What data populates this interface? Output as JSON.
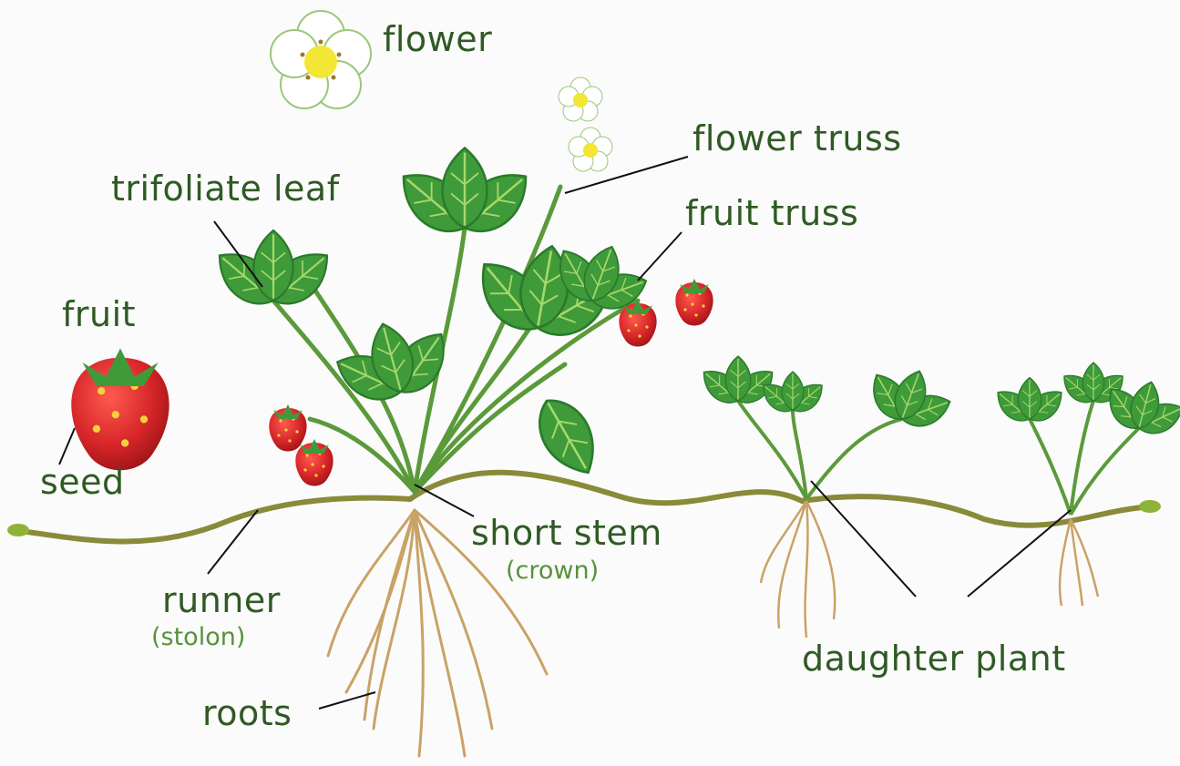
{
  "labels": {
    "flower": "flower",
    "flower_truss": "flower truss",
    "trifoliate_leaf": "trifoliate leaf",
    "fruit_truss": "fruit truss",
    "fruit": "fruit",
    "seed": "seed",
    "short_stem": "short stem",
    "crown": "(crown)",
    "runner": "runner",
    "stolon": "(stolon)",
    "daughter_plant": "daughter plant",
    "roots": "roots"
  },
  "colors": {
    "label_text": "#2f5a24",
    "sub_label_text": "#58913a",
    "leaf": "#3f9a3a",
    "leaf_dark": "#2c7a2c",
    "stem": "#5b9a3a",
    "runner": "#8a8a3a",
    "root": "#c9a266",
    "strawberry": "#d8262a",
    "seed": "#f2d23a",
    "petal": "#ffffff",
    "flower_center": "#f3e634",
    "leader_line": "#111111"
  }
}
